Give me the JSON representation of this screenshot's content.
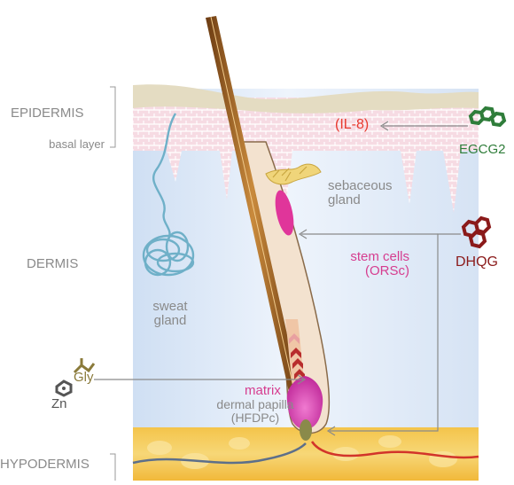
{
  "layers": {
    "epidermis": "EPIDERMIS",
    "basal_layer": "basal layer",
    "dermis": "DERMIS",
    "hypodermis": "HYPODERMIS"
  },
  "structures": {
    "sebaceous_gland_line1": "sebaceous",
    "sebaceous_gland_line2": "gland",
    "stem_cells_line1": "stem cells",
    "stem_cells_line2": "(ORSc)",
    "sweat_gland_line1": "sweat",
    "sweat_gland_line2": "gland",
    "matrix": "matrix",
    "dermal_papilla_line1": "dermal papilla",
    "dermal_papilla_line2": "(HFDPc)"
  },
  "compounds": {
    "il8": "(IL-8)",
    "egcg2": "EGCG2",
    "dhqg": "DHQG",
    "gly": "Gly",
    "zn": "Zn"
  },
  "colors": {
    "red": "#e8382e",
    "magenta": "#d63d8f",
    "green": "#2f7d3a",
    "darkred": "#8b1a1a",
    "olive": "#8a7a3a",
    "gray": "#8a8a8a"
  },
  "icons": [
    "egcg2-molecule-icon",
    "dhqg-molecule-icon",
    "gly-molecule-icon",
    "zn-molecule-icon"
  ]
}
